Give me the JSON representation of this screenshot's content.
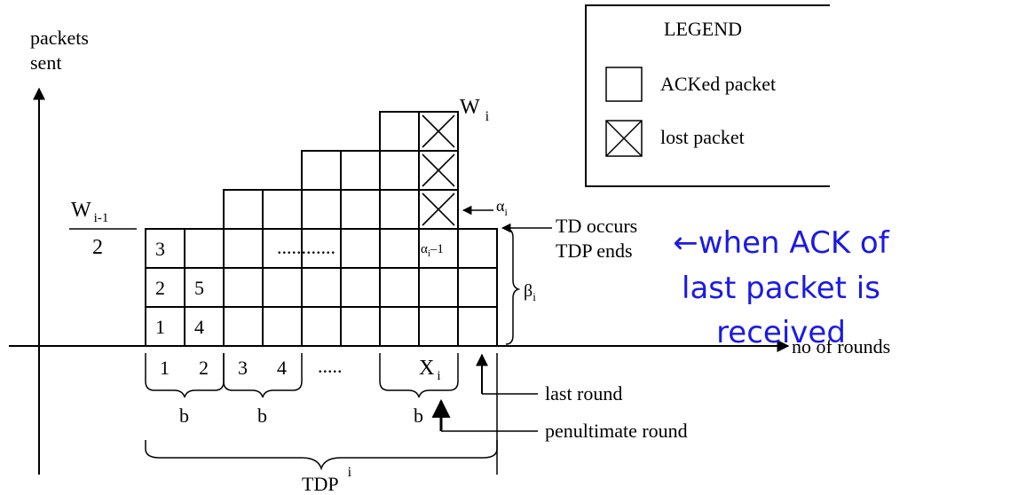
{
  "axes": {
    "y_label_line1": "packets",
    "y_label_line2": "sent",
    "x_label": "no of rounds"
  },
  "legend": {
    "title": "LEGEND",
    "acked": "ACKed packet",
    "lost": "lost packet"
  },
  "labels": {
    "w_i": "W",
    "w_i_sub": "i",
    "w_prev_num": "W",
    "w_prev_sub": "i-1",
    "w_prev_den": "2",
    "alpha": "α",
    "alpha_sub": "i",
    "alpha_minus": "α",
    "alpha_minus_sub": "i",
    "alpha_minus_suffix": "–1",
    "beta": "β",
    "beta_sub": "i",
    "cell_3": "3",
    "cell_2": "2",
    "cell_5": "5",
    "cell_1": "1",
    "cell_4": "4",
    "row_dots": "............",
    "td_line1": "TD occurs",
    "td_line2": "TDP ends",
    "note_line1": "←when ACK of",
    "note_line2": "last packet is",
    "note_line3": "received",
    "round_1": "1",
    "round_2": "2",
    "round_3": "3",
    "round_4": "4",
    "round_dots": ".....",
    "round_x": "X",
    "round_x_sub": "i",
    "b1": "b",
    "b2": "b",
    "b3": "b",
    "last_round": "last round",
    "penultimate_round": "penultimate round",
    "tdp": "TDP",
    "tdp_sub": "i"
  },
  "colors": {
    "ink": "#000000",
    "note": "#1a1ae6"
  }
}
